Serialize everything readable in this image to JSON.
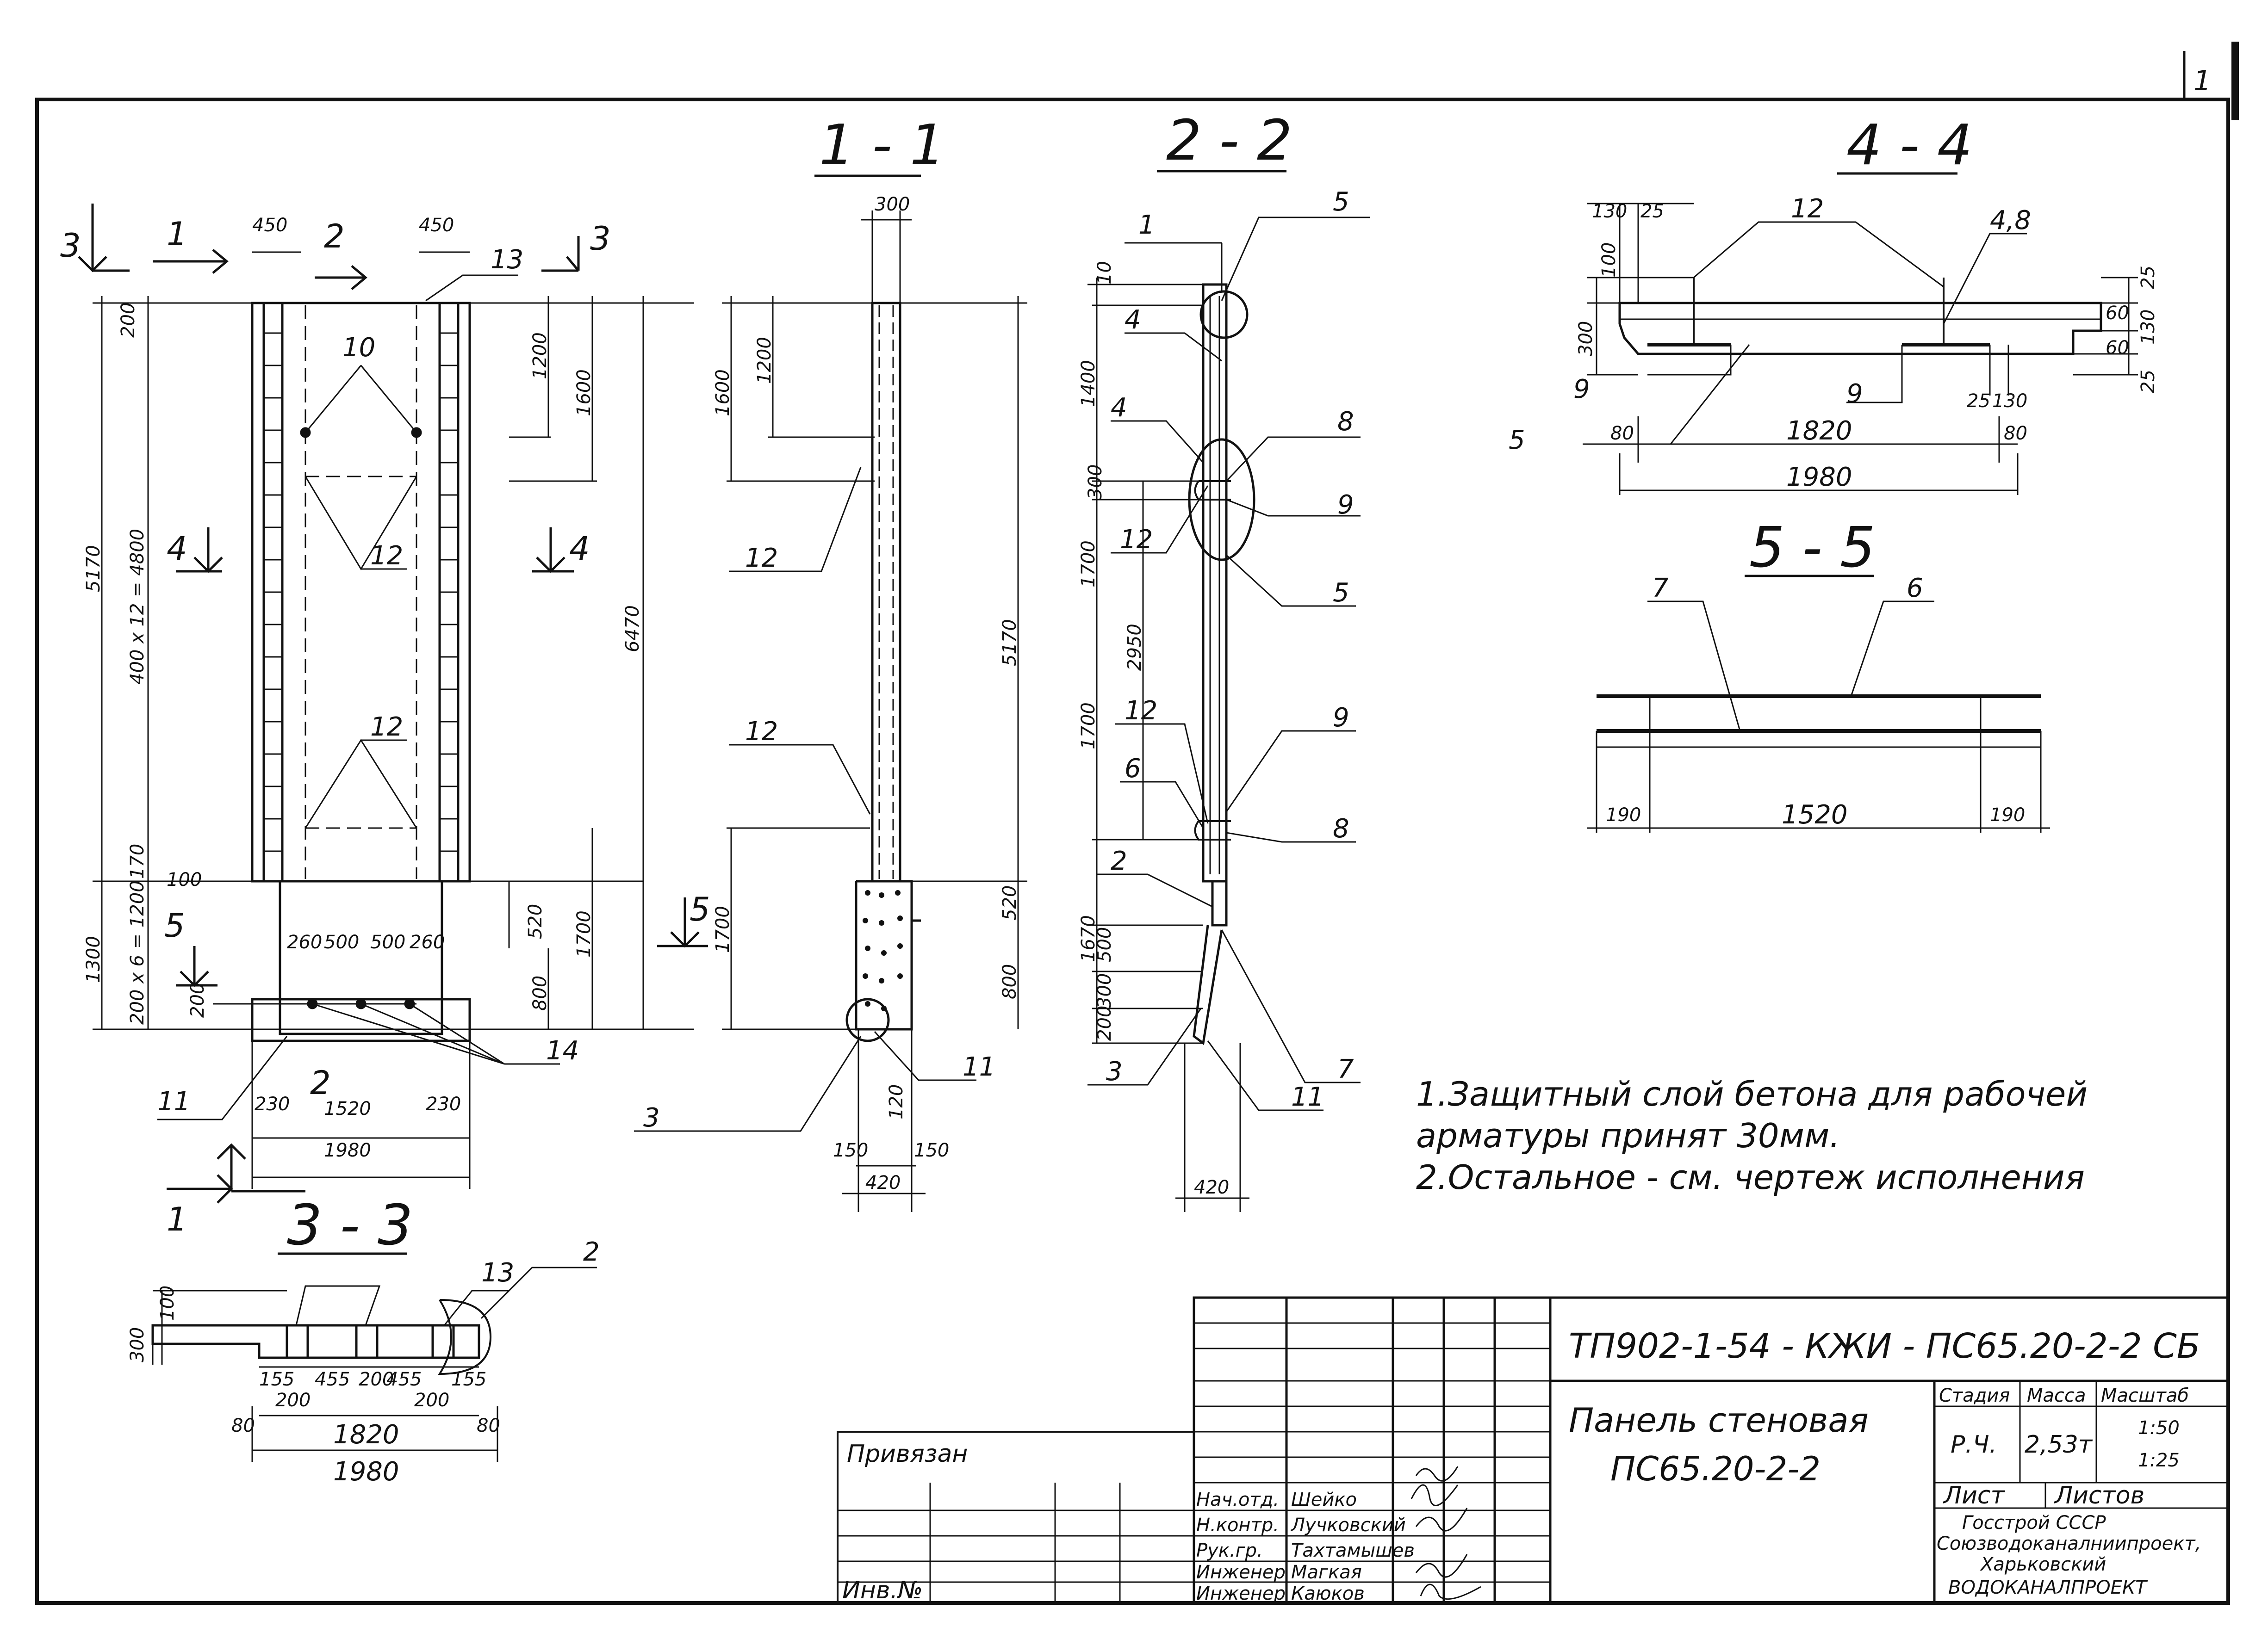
{
  "sections": {
    "s11": "1 - 1",
    "s22": "2 - 2",
    "s33": "3 - 3",
    "s44": "4 - 4",
    "s55": "5 - 5"
  },
  "plan": {
    "cut_marks": [
      "3",
      "3",
      "1",
      "1",
      "2",
      "2",
      "4",
      "4",
      "5",
      "5"
    ],
    "dims": {
      "top_450_left": "450",
      "top_450_right": "450",
      "d200": "200",
      "d1200": "1200",
      "d1600": "1600",
      "d5170": "5170",
      "d400x12": "400 x 12 = 4800",
      "d6470": "6470",
      "d170": "170",
      "d100": "100",
      "d1300": "1300",
      "d200x6": "200 x 6 = 1200",
      "d520": "520",
      "d1700": "1700",
      "d800": "800",
      "d260a": "260",
      "d500a": "500",
      "d500b": "500",
      "d260b": "260",
      "d200b": "200",
      "d230a": "230",
      "d1520": "1520",
      "d230b": "230",
      "d1980": "1980"
    },
    "marks": {
      "m10": "10",
      "m13": "13",
      "m12a": "12",
      "m12b": "12",
      "m14": "14",
      "m11": "11"
    }
  },
  "sec11": {
    "dims": {
      "d300": "300",
      "d1600": "1600",
      "d1200": "1200",
      "d5170": "5170",
      "d1700": "1700",
      "d520": "520",
      "d800": "800",
      "d120": "120",
      "d150a": "150",
      "d150b": "150",
      "d420": "420"
    },
    "marks": {
      "m12a": "12",
      "m12b": "12",
      "m3": "3",
      "m11": "11"
    }
  },
  "sec22": {
    "dims": {
      "d10": "10",
      "d1400": "1400",
      "d300": "300",
      "d1700a": "1700",
      "d2950": "2950",
      "d1700b": "1700",
      "d1670": "1670",
      "d500": "500",
      "d300b": "300",
      "d200": "200",
      "d420": "420"
    },
    "marks": {
      "m1": "1",
      "m5a": "5",
      "m4a": "4",
      "m4b": "4",
      "m8a": "8",
      "m9a": "9",
      "m12a": "12",
      "m5b": "5",
      "m12b": "12",
      "m6": "6",
      "m9b": "9",
      "m8b": "8",
      "m2": "2",
      "m3": "3",
      "m7": "7",
      "m11": "11"
    }
  },
  "sec44": {
    "dims": {
      "d130": "130",
      "d25a": "25",
      "d100": "100",
      "d300": "300",
      "d25b": "25",
      "d60a": "60",
      "d130b": "130",
      "d60b": "60",
      "d25c": "25",
      "d25d": "25",
      "d130c": "130",
      "d80a": "80",
      "d1820": "1820",
      "d80b": "80",
      "d1980": "1980"
    },
    "marks": {
      "m12": "12",
      "m48": "4,8",
      "m9a": "9",
      "m9b": "9",
      "m5": "5"
    }
  },
  "sec55": {
    "dims": {
      "d190a": "190",
      "d1520": "1520",
      "d190b": "190"
    },
    "marks": {
      "m7": "7",
      "m6": "6"
    }
  },
  "sec33": {
    "dims": {
      "d100": "100",
      "d300": "300",
      "d155a": "155",
      "d455a": "455",
      "d200a": "200",
      "d455b": "455",
      "d155b": "155",
      "d200b": "200",
      "d200c": "200",
      "d80a": "80",
      "d80b": "80",
      "d1820": "1820",
      "d1980": "1980"
    },
    "marks": {
      "m13": "13",
      "m2": "2"
    }
  },
  "notes": [
    "1.Защитный слой бетона для рабочей",
    "арматуры принят 30мм.",
    "2.Остальное - см. чертеж исполнения"
  ],
  "stamp": {
    "code": "ТП902-1-54 - КЖИ - ПС65.20-2-2 СБ",
    "title_line1": "Панель стеновая",
    "title_line2": "ПС65.20-2-2",
    "privyazan": "Привязан",
    "inv": "Инв.№",
    "roles": [
      "Нач.отд.",
      "Н.контр.",
      "Рук.гр.",
      "Инженер",
      "Инженер"
    ],
    "names": [
      "Шейко",
      "Лучковский",
      "Тахтамышев",
      "Магкая",
      "Каюков"
    ],
    "stage_hdr": "Стадия",
    "mass_hdr": "Масса",
    "scale_hdr": "Масштаб",
    "stage": "Р.Ч.",
    "mass": "2,53т",
    "scale1": "1:50",
    "scale2": "1:25",
    "sheet_hdr": "Лист",
    "sheets_hdr": "Листов",
    "org1": "Госстрой СССР",
    "org2": "Союзводоканалниипроект,",
    "org3": "Харьковский",
    "org4": "ВОДОКАНАЛПРОЕКТ"
  },
  "corner": "1"
}
